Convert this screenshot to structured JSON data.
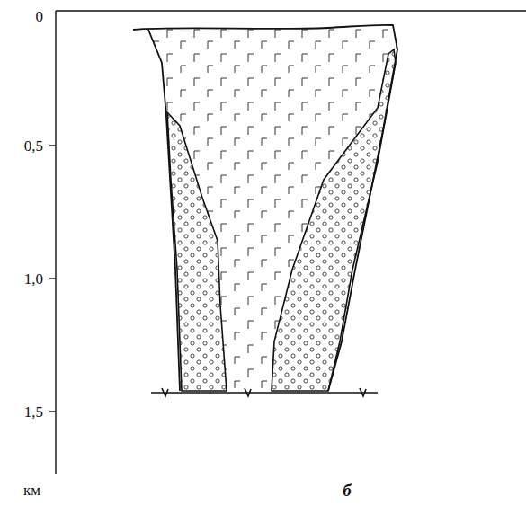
{
  "diagram": {
    "caption": "б",
    "labels": [
      "0",
      "0,5",
      "1,0",
      "1,5",
      "км"
    ]
  }
}
